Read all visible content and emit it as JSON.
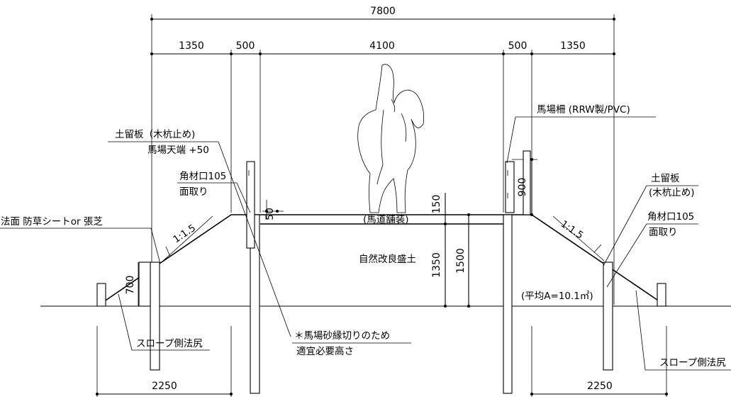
{
  "dimensions": {
    "total_width": "7800",
    "slope_left": "1350",
    "shoulder_left": "500",
    "track_width": "4100",
    "shoulder_right": "500",
    "slope_right": "1350",
    "base_left": "2250",
    "base_right": "2250",
    "fill_height": "1350",
    "height_total": "1500",
    "pavement": "150",
    "fence_height": "900",
    "board_offset": "50",
    "board_height": "700"
  },
  "labels": {
    "slope_protection": "法面 防草シートor 張芝",
    "retaining_board_left": "土留板（木杭止め)",
    "arena_top": "馬場天端 +50",
    "square_post_left": "角材口105",
    "chamfer_left": "面取り",
    "fence": "馬場柵 (RRW製/PVC)",
    "retaining_board_right": "土留板",
    "wood_stake_right": "(木杭止め)",
    "square_post_right": "角材口105",
    "chamfer_right": "面取り",
    "pavement": "(馬道舗装)",
    "fill": "自然改良盛土",
    "area": "(平均A=10.1㎡)",
    "note_line1": "＊馬場砂縁切りのため",
    "note_line2": "適宜必要高さ",
    "slope_toe_left": "スロープ側法尻",
    "slope_toe_right": "スロープ側法尻",
    "slope_ratio_left": "1:1.5",
    "slope_ratio_right": "1:1.5"
  }
}
